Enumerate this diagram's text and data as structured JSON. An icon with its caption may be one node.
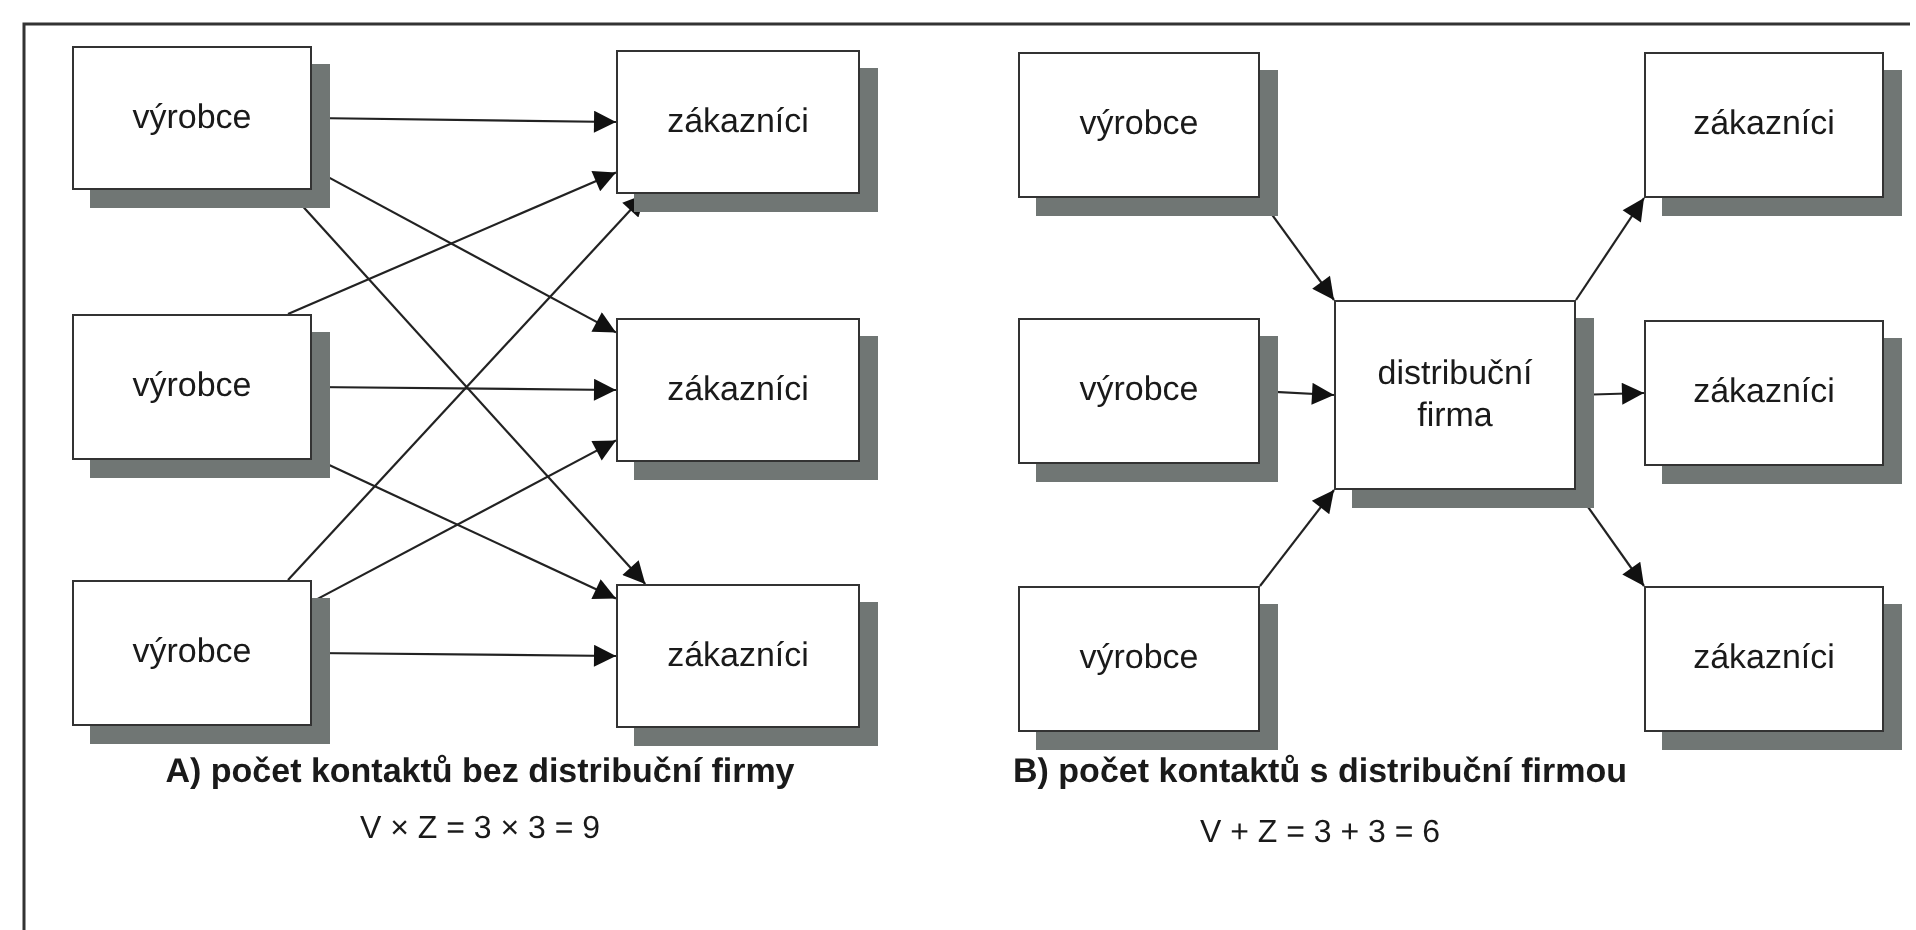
{
  "diagram": {
    "nodes": [
      {
        "text": [
          "výrobce"
        ]
      },
      {
        "text": [
          "výrobce"
        ]
      },
      {
        "text": [
          "výrobce"
        ]
      },
      {
        "text": [
          "zákazníci"
        ]
      },
      {
        "text": [
          "zákazníci"
        ]
      },
      {
        "text": [
          "zákazníci"
        ]
      },
      {
        "text": [
          "výrobce"
        ]
      },
      {
        "text": [
          "výrobce"
        ]
      },
      {
        "text": [
          "výrobce"
        ]
      },
      {
        "text": [
          "distribuční firma"
        ]
      },
      {
        "text": [
          "zákazníci"
        ]
      },
      {
        "text": [
          "zákazníci"
        ]
      },
      {
        "text": [
          "zákazníci"
        ]
      }
    ],
    "edges": [
      {
        "from": 0,
        "to": 3,
        "arrow": "to"
      },
      {
        "from": 0,
        "to": 4,
        "arrow": "to"
      },
      {
        "from": 0,
        "to": 5,
        "arrow": "to"
      },
      {
        "from": 1,
        "to": 3,
        "arrow": "to"
      },
      {
        "from": 1,
        "to": 4,
        "arrow": "to"
      },
      {
        "from": 1,
        "to": 5,
        "arrow": "to"
      },
      {
        "from": 2,
        "to": 3,
        "arrow": "to"
      },
      {
        "from": 2,
        "to": 4,
        "arrow": "to"
      },
      {
        "from": 2,
        "to": 5,
        "arrow": "to"
      },
      {
        "from": 6,
        "to": 9,
        "arrow": "to"
      },
      {
        "from": 7,
        "to": 9,
        "arrow": "to"
      },
      {
        "from": 8,
        "to": 9,
        "arrow": "to"
      },
      {
        "from": 9,
        "to": 10,
        "arrow": "to"
      },
      {
        "from": 9,
        "to": 11,
        "arrow": "to"
      },
      {
        "from": 9,
        "to": 12,
        "arrow": "to"
      }
    ],
    "labels": [
      "A) počet kontaktů bez distribuční firmy",
      "V × Z = 3 × 3 = 9",
      "B) počet kontaktů s distribuční firmou",
      "V + Z = 3 + 3 = 6"
    ]
  }
}
